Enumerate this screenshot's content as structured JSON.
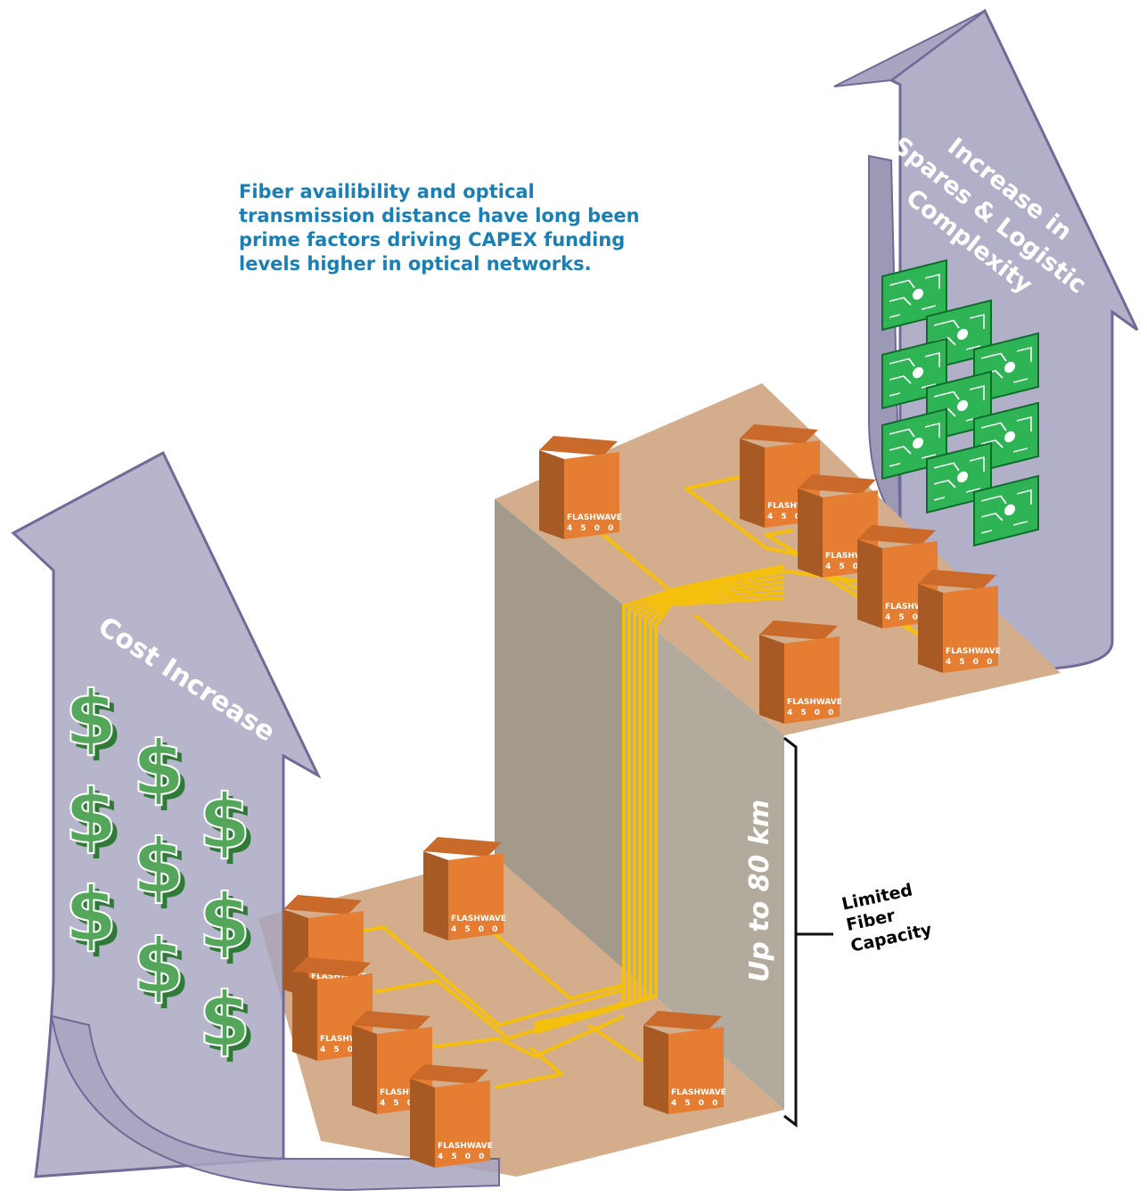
{
  "headline": [
    "Fiber availibility and optical",
    "transmission distance have long been",
    "prime factors driving CAPEX funding",
    "levels higher in optical networks."
  ],
  "left_arrow": {
    "label": "Cost Increase"
  },
  "right_arrow": {
    "label_lines": [
      "Increase in",
      "Spares & Logistic",
      "Complexity"
    ]
  },
  "span_label": "Up to 80 km",
  "capacity_label": [
    "Limited",
    "Fiber",
    "Capacity"
  ],
  "device": {
    "brand": "FLASHWAVE",
    "model_digits": "4 5 0 0"
  },
  "colors": {
    "headline": "#1a7fb4",
    "arrow_fill": "#a7a5c0",
    "arrow_stroke": "#6f6a98",
    "platform_top": "#d3ad8c",
    "cliff_wall": "#b2aa9c",
    "fiber": "#f4c00d",
    "device_front": "#e57e32",
    "device_side": "#a85a24",
    "device_top": "#c9692a",
    "dollar": "#54a65a",
    "circuit_board": "#2fb455"
  }
}
